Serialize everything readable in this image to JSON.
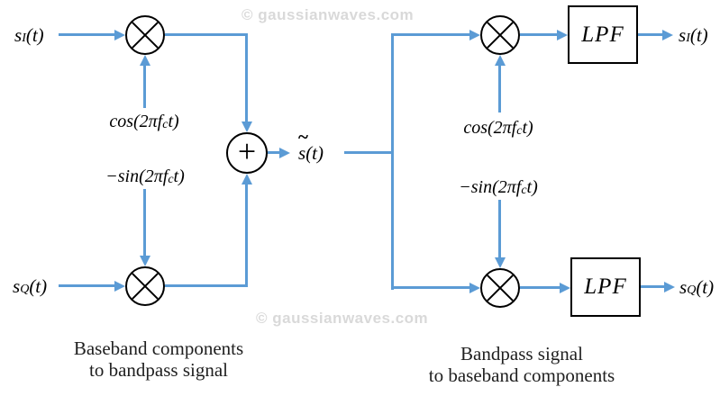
{
  "watermark": {
    "top": "© gaussianwaves.com",
    "bottom": "© gaussianwaves.com"
  },
  "signals": {
    "sI": {
      "base": "s",
      "sub": "I",
      "arg": "(t)"
    },
    "sQ": {
      "base": "s",
      "sub": "Q",
      "arg": "(t)"
    },
    "sTilde": {
      "tilde": "~",
      "base": "s",
      "arg": "(t)"
    }
  },
  "carriers": {
    "cos": {
      "pre": "cos(2π",
      "f": "f",
      "sub": "c",
      "post": "t)"
    },
    "sin": {
      "pre": "−sin(2π",
      "f": "f",
      "sub": "c",
      "post": "t)"
    }
  },
  "blocks": {
    "lpf_label": "LPF",
    "adder_plus": "+"
  },
  "icons": {
    "multiplier": "circle-times",
    "adder": "circle-plus"
  },
  "captions": {
    "left_line1": "Baseband components",
    "left_line2": "to bandpass signal",
    "right_line1": "Bandpass signal",
    "right_line2": "to baseband components"
  },
  "colors": {
    "line_blue": "#5B9BD5",
    "block_outline": "#000000",
    "label_text": "#000000",
    "caption_text": "#1f1f1f",
    "watermark_gray": "#d9d9d9"
  }
}
